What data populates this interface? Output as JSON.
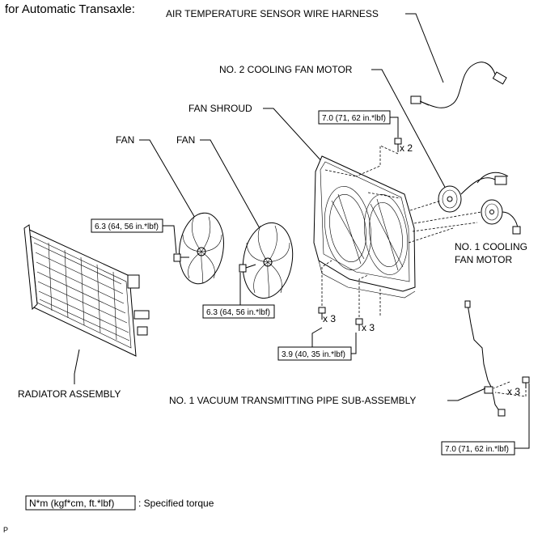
{
  "header": {
    "title": "for Automatic Transaxle:"
  },
  "labels": {
    "air_temp_harness": "AIR TEMPERATURE SENSOR WIRE HARNESS",
    "no2_fan_motor": "NO. 2 COOLING FAN MOTOR",
    "fan_shroud": "FAN SHROUD",
    "fan_left": "FAN",
    "fan_right": "FAN",
    "no1_fan_motor_line1": "NO. 1 COOLING",
    "no1_fan_motor_line2": "FAN MOTOR",
    "radiator": "RADIATOR ASSEMBLY",
    "vacuum_pipe": "NO. 1 VACUUM TRANSMITTING PIPE SUB-ASSEMBLY"
  },
  "quantities": {
    "shroud_top_bolts": "x 2",
    "shroud_bottom_left": "x 3",
    "shroud_bottom_right": "x 3",
    "pipe_bolts": "x 3"
  },
  "torques": {
    "shroud_top": "7.0 (71, 62 in.*lbf)",
    "fan_left_nut": "6.3 (64, 56 in.*lbf)",
    "fan_right_nut": "6.3 (64, 56 in.*lbf)",
    "shroud_bottom": "3.9 (40, 35 in.*lbf)",
    "pipe": "7.0 (71, 62 in.*lbf)"
  },
  "legend": {
    "box_text": "N*m (kgf*cm, ft.*lbf)",
    "description": ": Specified torque"
  },
  "footer": {
    "mark": "P"
  }
}
